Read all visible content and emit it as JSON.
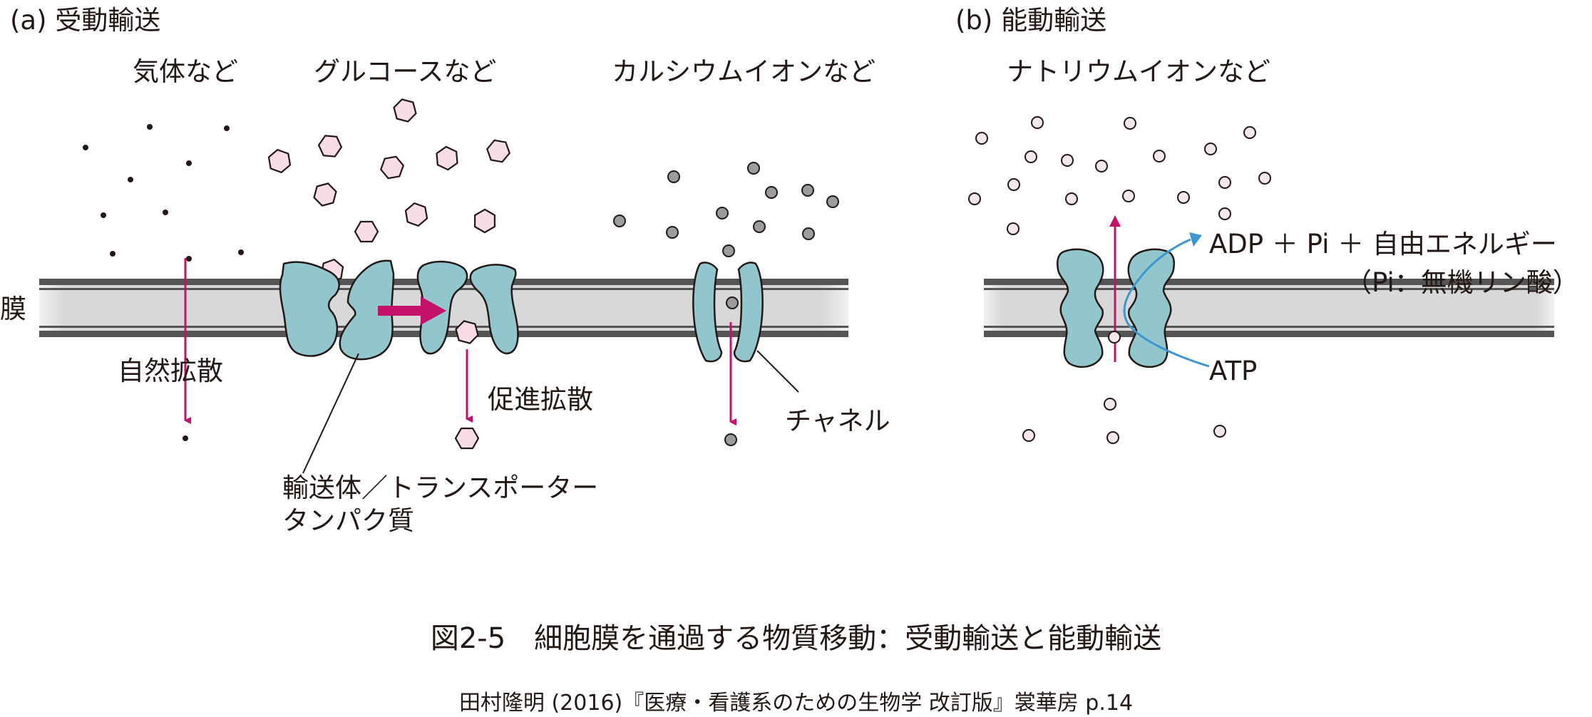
{
  "panels": {
    "a": {
      "title": "(a) 受動輸送",
      "groups": [
        "気体など",
        "グルコースなど",
        "カルシウムイオンなど"
      ],
      "labels": {
        "simple_diffusion": "自然拡散",
        "facilitated_diffusion": "促進拡散",
        "transporter_line1": "輸送体／トランスポーター",
        "transporter_line2": "タンパク質",
        "channel": "チャネル"
      }
    },
    "b": {
      "title": "(b) 能動輸送",
      "group": "ナトリウムイオンなど",
      "products": "ADP ＋ Pi ＋ 自由エネルギー",
      "note": "（Pi：無機リン酸）",
      "atp": "ATP"
    }
  },
  "membrane_label": "膜",
  "caption": "図2-5　細胞膜を通過する物質移動：受動輸送と能動輸送",
  "source": "田村隆明 (2016)『医療・看護系のための生物学 改訂版』裳華房  p.14",
  "colors": {
    "protein": "#92c6cd",
    "arrow": "#c4116b",
    "atp_arrow": "#3b97d3",
    "glucose": "#f8dde8",
    "sodium": "#f3e7ef",
    "calcium": "#9c9c9c",
    "membrane_dark": "#555555",
    "membrane_core": "#d8d8d8"
  }
}
